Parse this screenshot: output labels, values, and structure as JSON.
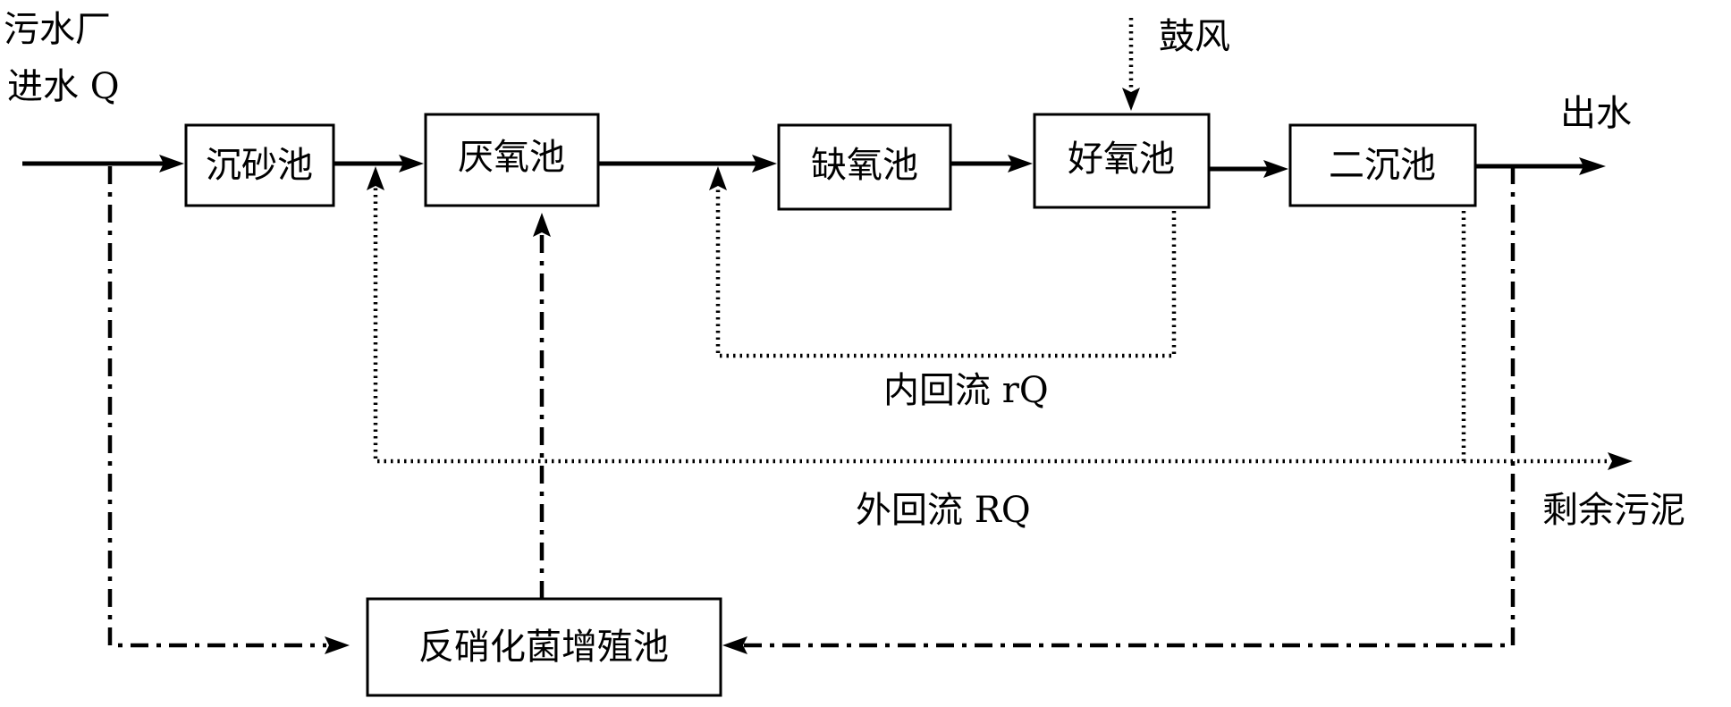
{
  "nodes": {
    "grit_chamber": "沉砂池",
    "anaerobic_tank": "厌氧池",
    "anoxic_tank": "缺氧池",
    "aerobic_tank": "好氧池",
    "secondary_clarifier": "二沉池",
    "denitrifier_tank": "反硝化菌增殖池"
  },
  "labels": {
    "influent_line1": "污水厂",
    "influent_line2": "进水 Q",
    "aeration": "鼓风",
    "effluent": "出水",
    "internal_recycle": "内回流 rQ",
    "external_recycle": "外回流 RQ",
    "excess_sludge": "剩余污泥"
  },
  "colors": {
    "line": "#000000",
    "background": "#ffffff"
  }
}
